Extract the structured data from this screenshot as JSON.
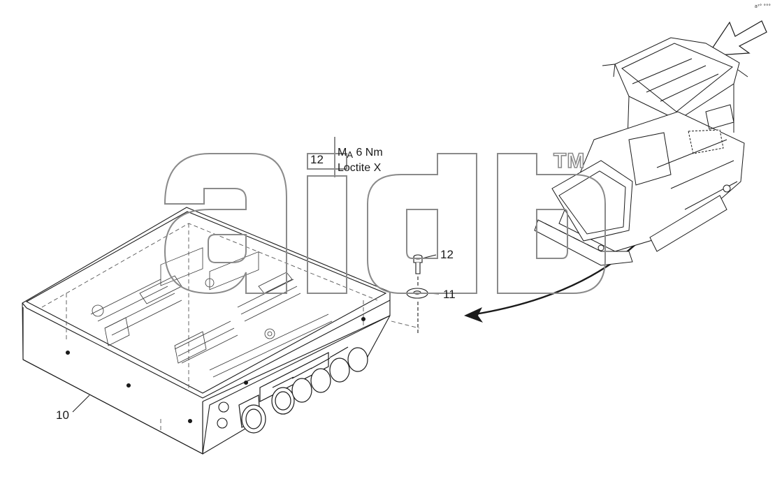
{
  "diagram": {
    "callouts": [
      {
        "id": "callout-10",
        "text": "10"
      },
      {
        "id": "callout-11",
        "text": "11"
      },
      {
        "id": "callout-12-bolt",
        "text": "12"
      },
      {
        "id": "callout-12-spec",
        "text": "12"
      }
    ],
    "torque_spec": {
      "symbol": "M",
      "subscript": "A",
      "value": "6 Nm",
      "adhesive": "Loctite X"
    },
    "corner_code": "a²° °°°",
    "watermark": {
      "text": "aidb",
      "trademark": "TM",
      "outline_color": "#8a8a8a"
    },
    "colors": {
      "line": "#1a1a1a",
      "light_line": "#555555",
      "background": "#ffffff"
    }
  }
}
